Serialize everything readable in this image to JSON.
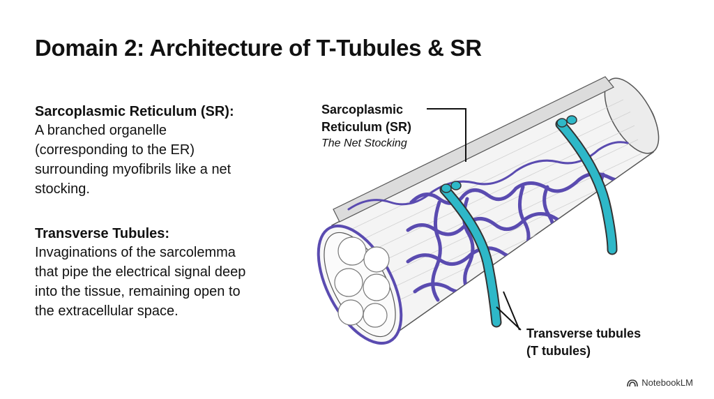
{
  "title": "Domain 2: Architecture of T-Tubules & SR",
  "sections": [
    {
      "heading": "Sarcoplasmic Reticulum (SR):",
      "lines": [
        "A branched organelle",
        "(corresponding to the ER)",
        "surrounding myofibrils like a net",
        "stocking."
      ]
    },
    {
      "heading": "Transverse Tubules:",
      "lines": [
        "Invaginations of the sarcolemma",
        "that pipe the electrical signal deep",
        "into the tissue, remaining open to",
        "the extracellular space."
      ]
    }
  ],
  "diagram": {
    "sr_label": {
      "line1": "Sarcoplasmic",
      "line2": "Reticulum (SR)",
      "subtitle": "The Net Stocking"
    },
    "tt_label": {
      "line1": "Transverse tubules",
      "line2": "(T tubules)"
    },
    "colors": {
      "sr_net": "#5a4bb0",
      "t_tubule": "#2eb8c8",
      "fiber": "#f4f4f4",
      "outline": "#555555"
    }
  },
  "branding": {
    "logo_icon": "notebooklm-logo-icon",
    "text": "NotebookLM"
  }
}
